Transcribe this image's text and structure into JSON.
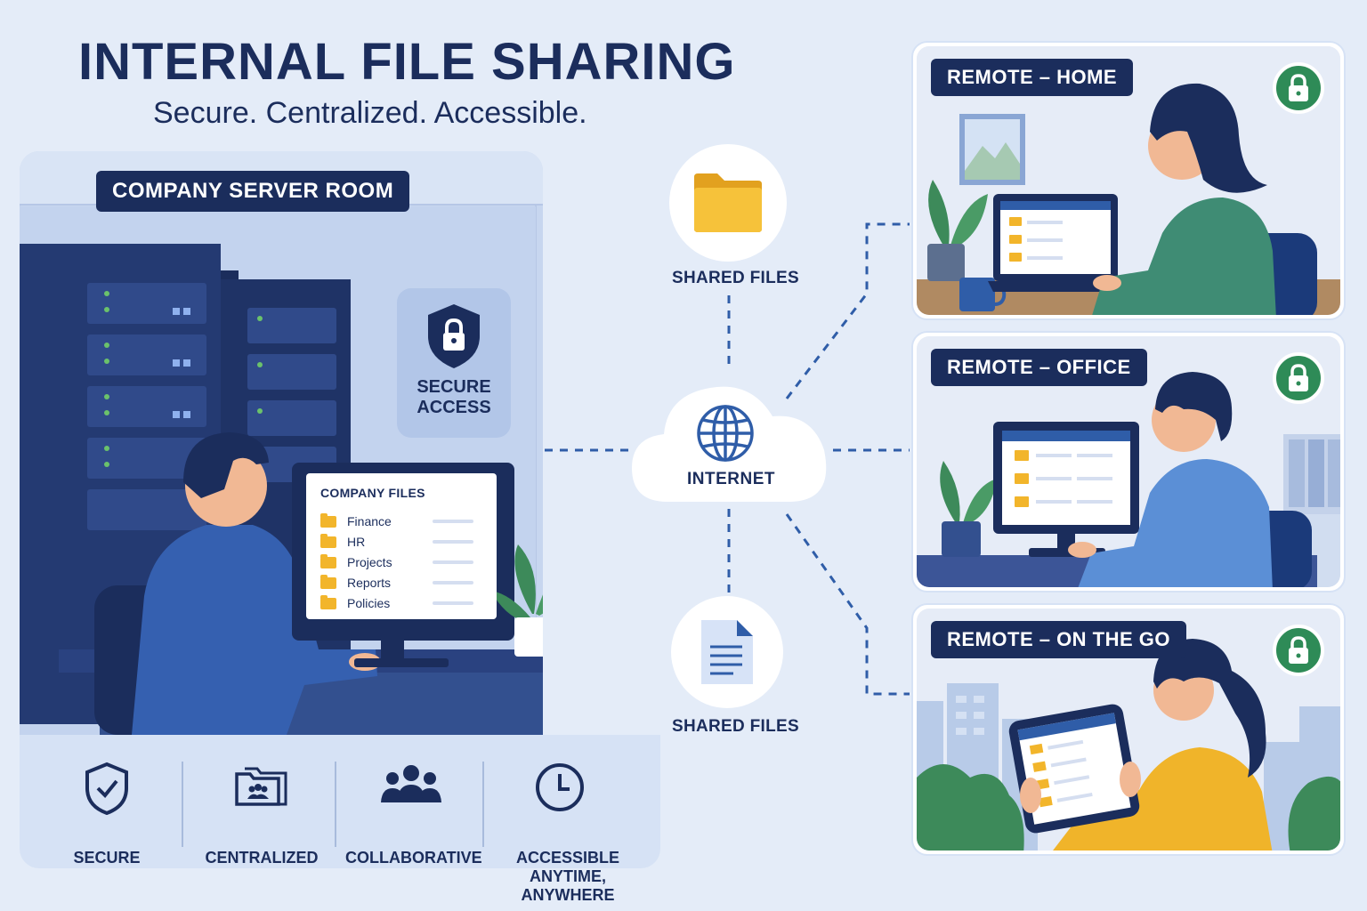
{
  "header": {
    "title": "INTERNAL FILE SHARING",
    "subtitle": "Secure. Centralized. Accessible."
  },
  "server_room": {
    "label": "COMPANY SERVER ROOM",
    "secure_access": "SECURE ACCESS",
    "monitor": {
      "title": "COMPANY FILES",
      "folders": [
        "Finance",
        "HR",
        "Projects",
        "Reports",
        "Policies"
      ]
    }
  },
  "features": [
    {
      "label": "SECURE",
      "icon": "shield-check-icon"
    },
    {
      "label": "CENTRALIZED",
      "icon": "folders-icon"
    },
    {
      "label": "COLLABORATIVE",
      "icon": "users-icon"
    },
    {
      "label": "ACCESSIBLE\nANYTIME, ANYWHERE",
      "icon": "clock-icon"
    }
  ],
  "network": {
    "top_label": "SHARED FILES",
    "bottom_label": "SHARED FILES",
    "cloud_label": "INTERNET"
  },
  "remotes": [
    {
      "label": "REMOTE – HOME",
      "icon": "lock-icon"
    },
    {
      "label": "REMOTE – OFFICE",
      "icon": "lock-icon"
    },
    {
      "label": "REMOTE – ON THE GO",
      "icon": "lock-icon"
    }
  ],
  "colors": {
    "navy": "#1b2d5c",
    "background": "#e4ecf8",
    "folder_yellow": "#f2b52b",
    "lock_green": "#2e8b57",
    "link_blue": "#2f5da8"
  }
}
